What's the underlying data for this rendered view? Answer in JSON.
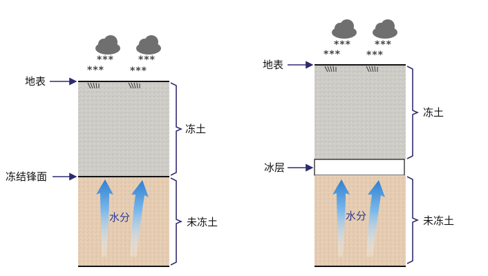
{
  "diagram_left": {
    "surface_label": "地表",
    "frozen_label": "冻土",
    "front_label": "冻结锋面",
    "unfrozen_label": "未冻土",
    "moisture_label": "水分"
  },
  "diagram_right": {
    "surface_label": "地表",
    "frozen_label": "冻土",
    "ice_label": "冰层",
    "unfrozen_label": "未冻土",
    "moisture_label": "水分"
  },
  "snow_text": "***",
  "colors": {
    "frozen_soil": "#cfcdc8",
    "unfrozen_soil": "#e6cdb3",
    "bracket": "#2e2a6e",
    "arrow_line": "#2e2a6e",
    "moisture_text": "#2b3a9a",
    "cloud": "#6f6f6f",
    "arrow_fill": "#3f8fd6"
  },
  "icons": [
    "cloud-icon",
    "snow-icon",
    "grass-tuft-icon",
    "upward-moisture-arrow-icon",
    "label-pointer-arrow-icon",
    "brace-icon"
  ]
}
